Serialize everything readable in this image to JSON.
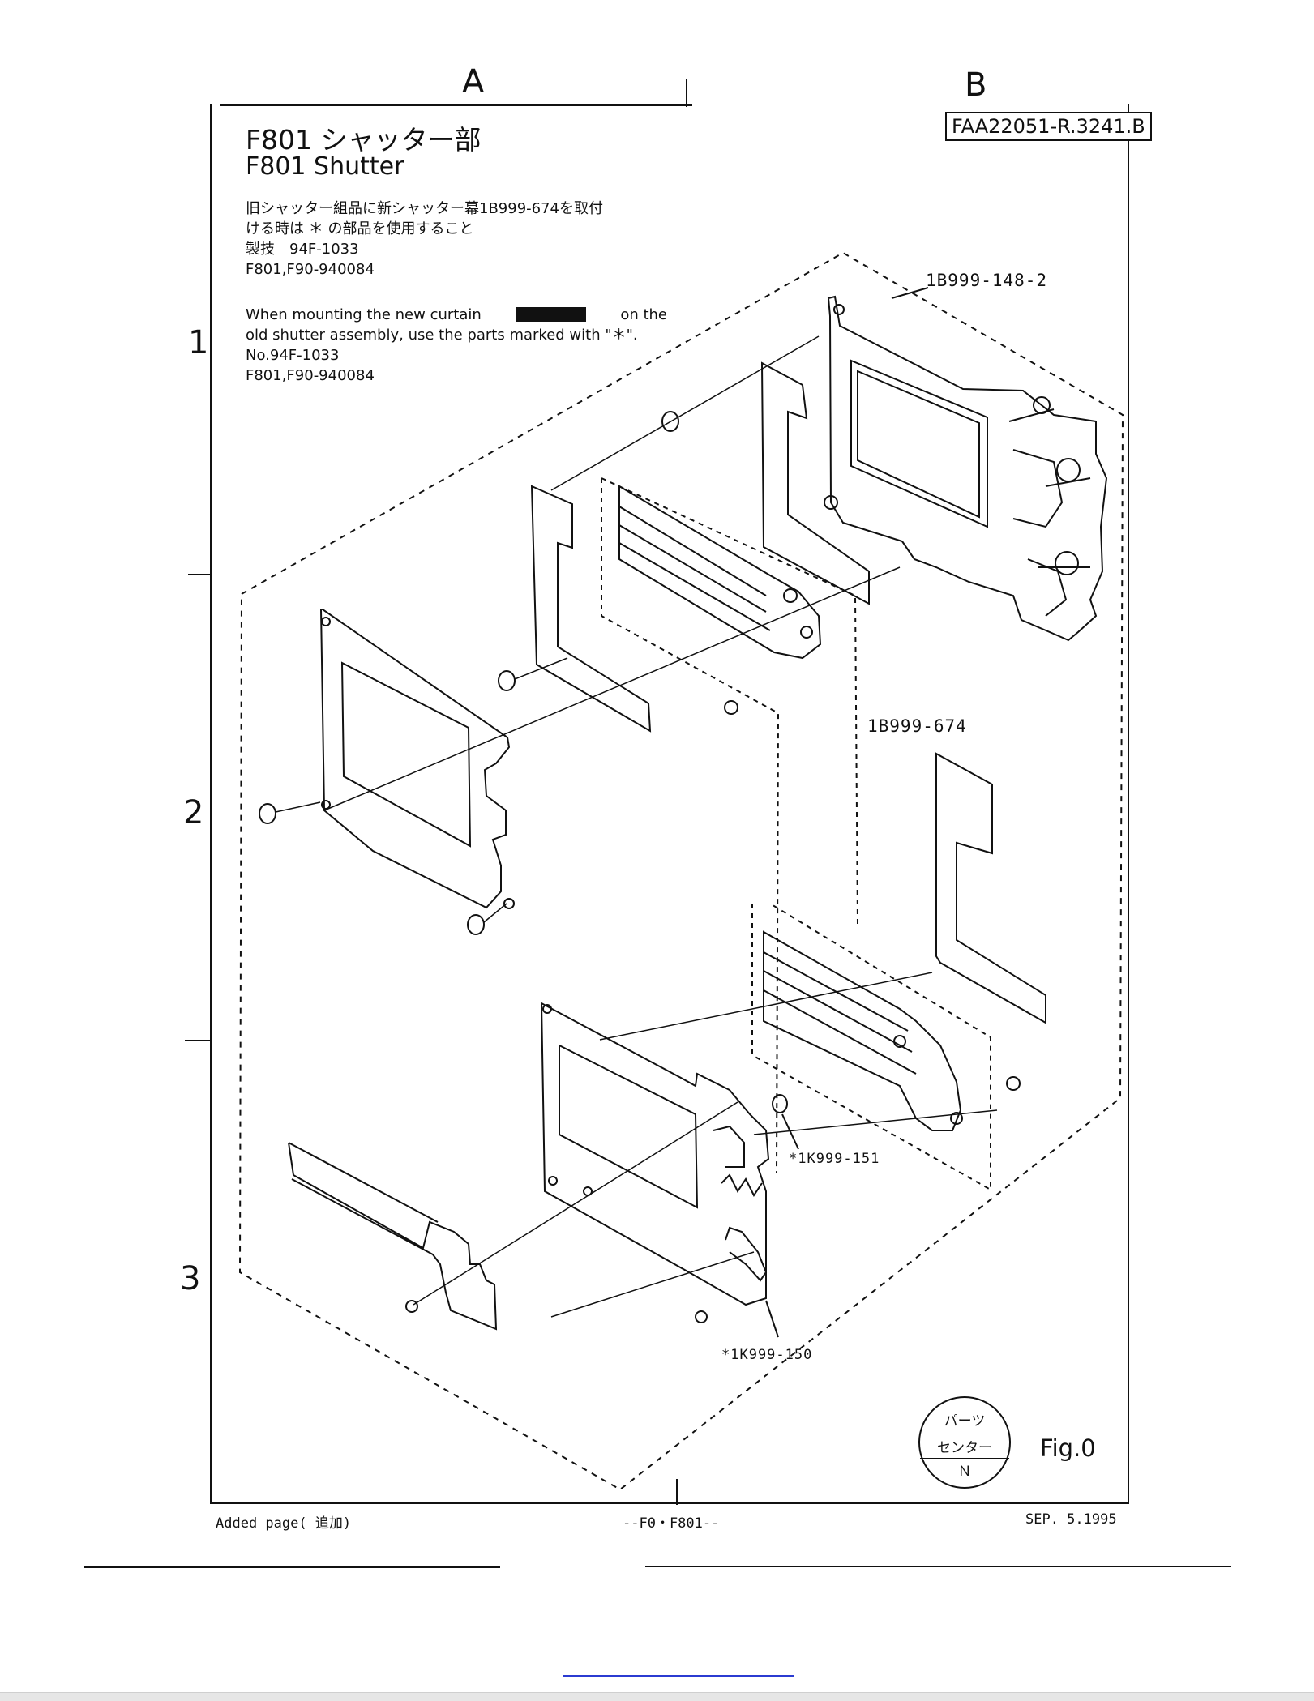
{
  "grid": {
    "columns": [
      "A",
      "B"
    ],
    "rows": [
      "1",
      "2",
      "3"
    ]
  },
  "header": {
    "doc_code": "FAA22051-R.3241.B",
    "title_jp": "F801 シャッター部",
    "title_en": "F801 Shutter"
  },
  "note_jp": [
    "旧シャッター組品に新シャッター幕1B999-674を取付",
    "ける時は ＊ の部品を使用すること",
    "製技　94F-1033",
    "F801,F90-940084"
  ],
  "note_en": [
    "When mounting the new curtain",
    "on the",
    "old shutter assembly, use the parts marked with \"＊\".",
    "No.94F-1033",
    "F801,F90-940084"
  ],
  "parts": {
    "shutter_unit": "1B999-148-2",
    "curtain": "1B999-674",
    "washer": "*1K999-151",
    "plate": "*1K999-150"
  },
  "stamp": {
    "line1": "パーツ",
    "line2": "センター",
    "line3": "Ｎ"
  },
  "figure_label": "Fig.0",
  "footer": {
    "left": "Added page( 追加)",
    "center": "--F0・F801--",
    "right": "SEP. 5.1995"
  }
}
